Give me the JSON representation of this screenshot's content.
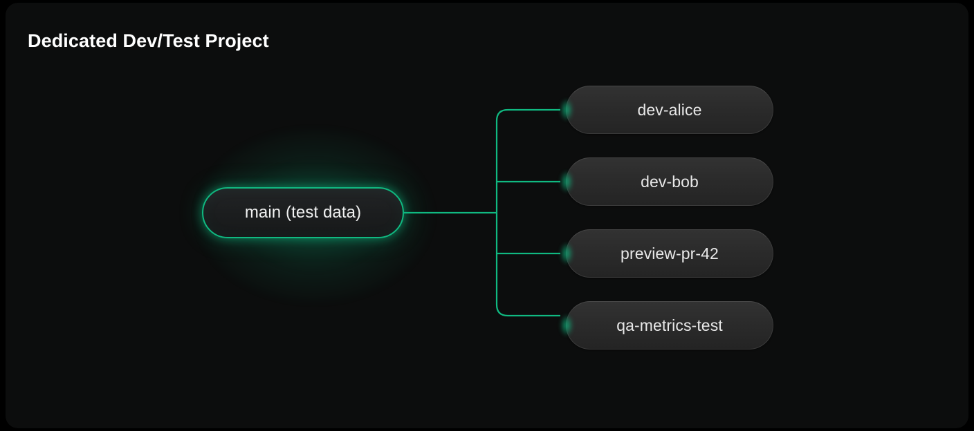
{
  "page": {
    "title": "Dedicated Dev/Test Project",
    "background_color": "#000000",
    "card_color": "#0c0d0d",
    "accent_color": "#10b981",
    "title_color": "#ffffff",
    "node_text_color": "#e8e8e8"
  },
  "diagram": {
    "type": "branch-tree",
    "root": {
      "label": "main (test data)",
      "accent_color": "#10b981",
      "highlighted": true
    },
    "branches": [
      {
        "label": "dev-alice"
      },
      {
        "label": "dev-bob"
      },
      {
        "label": "preview-pr-42"
      },
      {
        "label": "qa-metrics-test"
      }
    ]
  }
}
